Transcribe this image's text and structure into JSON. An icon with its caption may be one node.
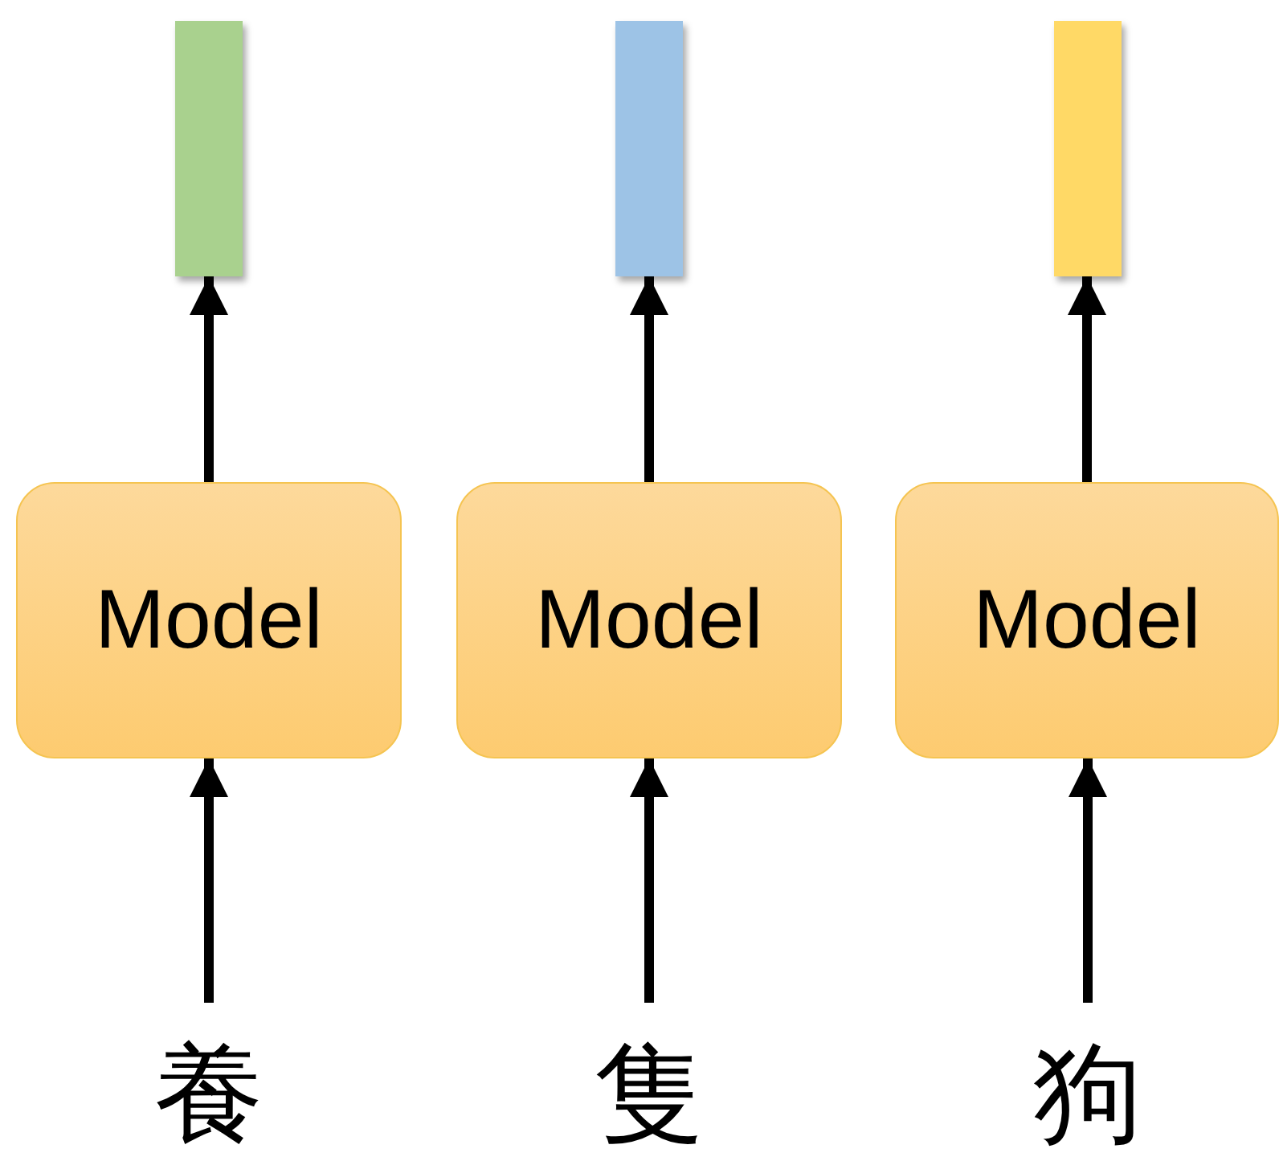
{
  "diagram": {
    "nodes": [
      {
        "text": [],
        "shape": "bar"
      },
      {
        "text": [],
        "shape": "bar"
      },
      {
        "text": [],
        "shape": "bar"
      },
      {
        "text": [
          "Model"
        ]
      },
      {
        "text": [
          "Model"
        ]
      },
      {
        "text": [
          "Model"
        ]
      },
      {
        "text": [
          "養"
        ]
      },
      {
        "text": [
          "隻"
        ]
      },
      {
        "text": [
          "狗"
        ]
      }
    ],
    "edges": [
      {
        "from": 6,
        "to": 3,
        "arrow": "to"
      },
      {
        "from": 3,
        "to": 0,
        "arrow": "to"
      },
      {
        "from": 7,
        "to": 4,
        "arrow": "to"
      },
      {
        "from": 4,
        "to": 1,
        "arrow": "to"
      },
      {
        "from": 8,
        "to": 5,
        "arrow": "to"
      },
      {
        "from": 5,
        "to": 2,
        "arrow": "to"
      }
    ]
  }
}
